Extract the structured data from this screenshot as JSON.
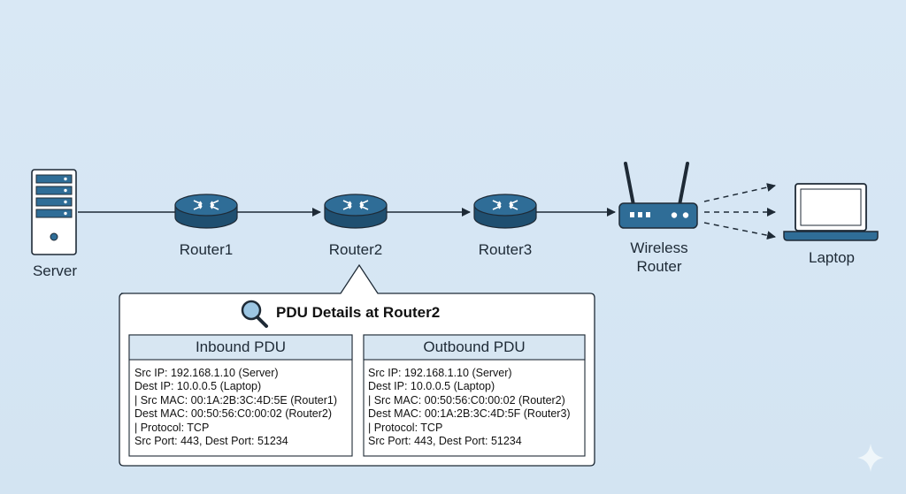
{
  "nodes": {
    "server": "Server",
    "router1": "Router1",
    "router2": "Router2",
    "router3": "Router3",
    "wireless_line1": "Wireless",
    "wireless_line2": "Router",
    "laptop": "Laptop"
  },
  "panel": {
    "title": "PDU Details at Router2",
    "icon": "magnifier-icon",
    "inbound": {
      "header": "Inbound PDU",
      "lines": [
        "Src IP: 192.168.1.10 (Server)",
        "Dest IP: 10.0.0.5 (Laptop)",
        "| Src MAC: 00:1A:2B:3C:4D:5E (Router1)",
        "Dest MAC: 00:50:56:C0:00:02 (Router2)",
        "| Protocol: TCP",
        "Src Port: 443, Dest Port: 51234"
      ]
    },
    "outbound": {
      "header": "Outbound PDU",
      "lines": [
        "Src IP: 192.168.1.10 (Server)",
        "Dest IP: 10.0.0.5 (Laptop)",
        "| Src MAC: 00:50:56:C0:00:02 (Router2)",
        "Dest MAC: 00:1A:2B:3C:4D:5F (Router3)",
        "| Protocol: TCP",
        "Src Port: 443, Dest Port: 51234"
      ]
    }
  },
  "colors": {
    "background": "#d6e6f3",
    "router_fill": "#2f6d97",
    "router_dark": "#1f4f70",
    "device_fill": "#2f6d97",
    "header_fill": "#d7e6f2",
    "line": "#1e2a36"
  }
}
